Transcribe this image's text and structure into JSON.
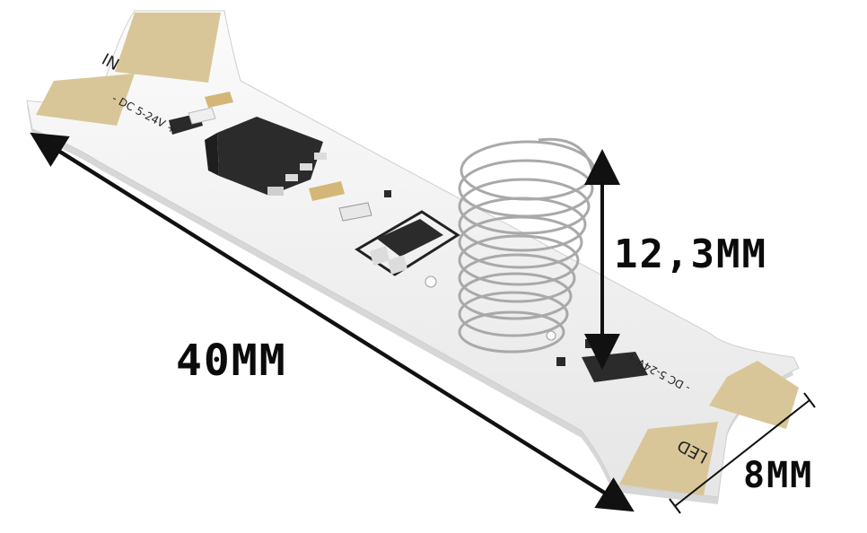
{
  "dimensions": {
    "length": "40MM",
    "height": "12,3MM",
    "width": "8MM"
  },
  "silkscreen": {
    "input_label": "IN",
    "output_label": "LED",
    "voltage_label_in": "- DC 5-24V +",
    "voltage_label_out": "- DC 5-24V +"
  },
  "colors": {
    "board": "#f3f3f3",
    "pads": "#d8c597",
    "components": "#2a2a2a",
    "spring": "#b9b9b9",
    "arrows": "#111111"
  }
}
